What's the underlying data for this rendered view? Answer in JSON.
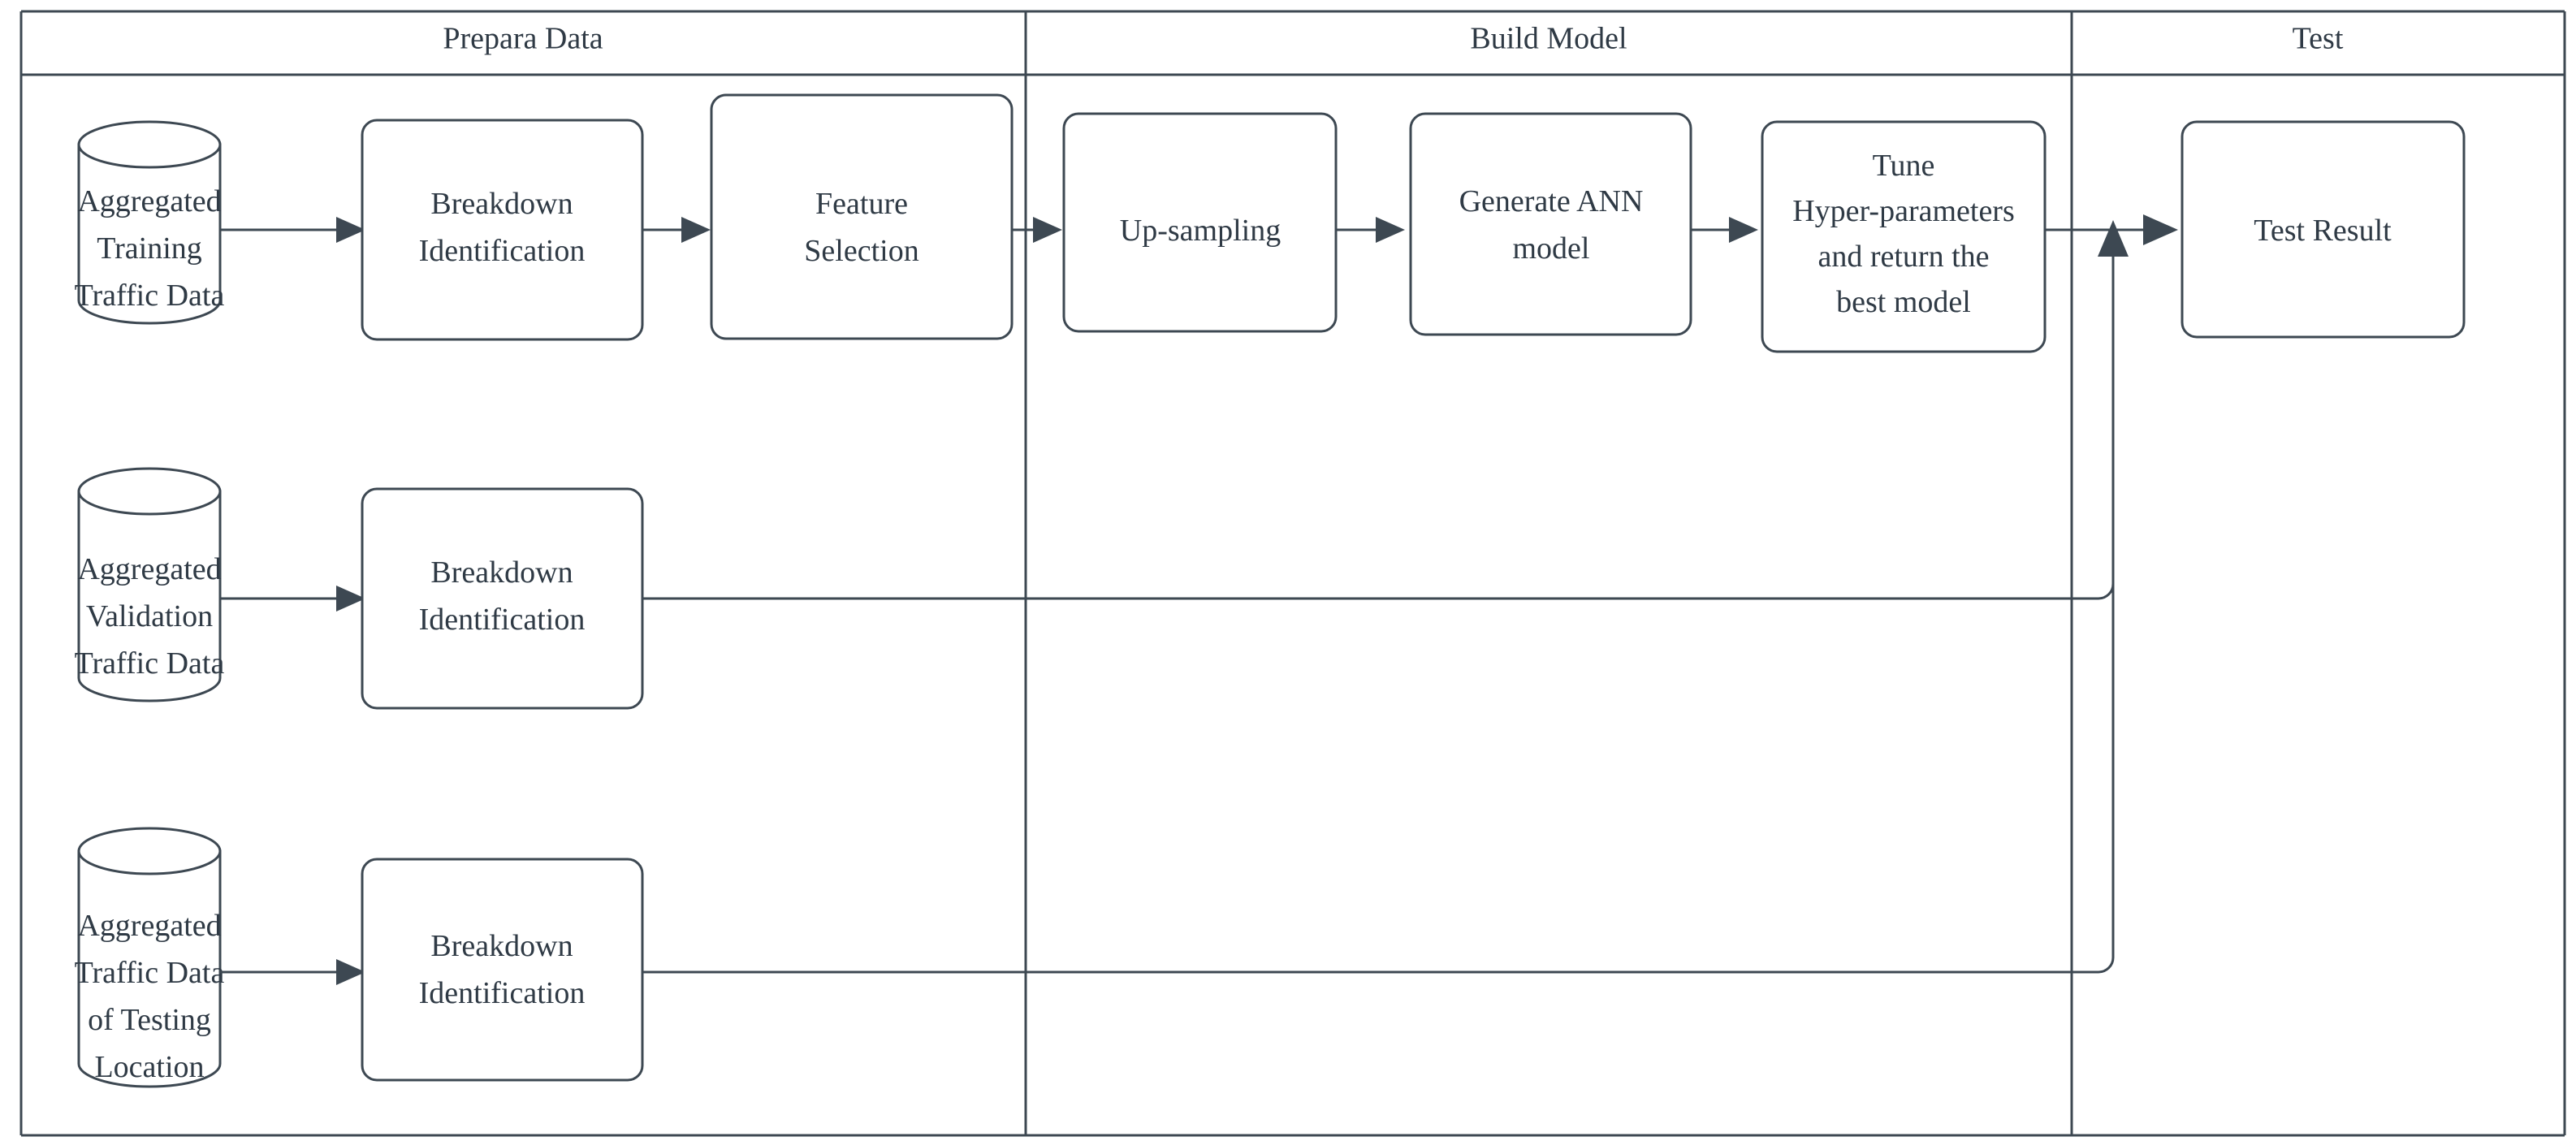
{
  "diagram": {
    "title": "Machine Learning Traffic Breakdown Pipeline Flowchart",
    "background_color": "#ffffff",
    "stroke_color": "#3d4852",
    "text_color": "#2f3a45"
  },
  "lanes": [
    {
      "id": "prepare-data",
      "label": "Prepara Data"
    },
    {
      "id": "build-model",
      "label": "Build Model"
    },
    {
      "id": "test",
      "label": "Test"
    }
  ],
  "nodes": {
    "training_data": {
      "type": "cylinder",
      "lines": [
        "Aggregated",
        "Training",
        "Traffic Data"
      ]
    },
    "breakdown_identification_1": {
      "type": "process",
      "lines": [
        "Breakdown",
        "Identification"
      ]
    },
    "feature_selection": {
      "type": "process",
      "lines": [
        "Feature",
        "Selection"
      ]
    },
    "up_sampling": {
      "type": "process",
      "lines": [
        "Up-sampling"
      ]
    },
    "generate_ann_model": {
      "type": "process",
      "lines": [
        "Generate ANN",
        "model"
      ]
    },
    "tune_hyperparameters": {
      "type": "process",
      "lines": [
        "Tune",
        "Hyper-parameters",
        "and return the",
        "best model"
      ]
    },
    "test_result": {
      "type": "process",
      "lines": [
        "Test Result"
      ]
    },
    "validation_data": {
      "type": "cylinder",
      "lines": [
        "Aggregated",
        "Validation",
        "Traffic Data"
      ]
    },
    "breakdown_identification_2": {
      "type": "process",
      "lines": [
        "Breakdown",
        "Identification"
      ]
    },
    "testing_location_data": {
      "type": "cylinder",
      "lines": [
        "Aggregated",
        "Traffic Data",
        "of Testing",
        "Location"
      ]
    },
    "breakdown_identification_3": {
      "type": "process",
      "lines": [
        "Breakdown",
        "Identification"
      ]
    }
  },
  "edges": [
    {
      "id": "e1",
      "from": "training_data",
      "to": "breakdown_identification_1",
      "arrow": true
    },
    {
      "id": "e2",
      "from": "breakdown_identification_1",
      "to": "feature_selection",
      "arrow": true
    },
    {
      "id": "e3",
      "from": "feature_selection",
      "to": "up_sampling",
      "arrow": true
    },
    {
      "id": "e4",
      "from": "up_sampling",
      "to": "generate_ann_model",
      "arrow": true
    },
    {
      "id": "e5",
      "from": "generate_ann_model",
      "to": "tune_hyperparameters",
      "arrow": true
    },
    {
      "id": "e6",
      "from": "tune_hyperparameters",
      "to": "test_result",
      "arrow": true
    },
    {
      "id": "e7",
      "from": "validation_data",
      "to": "breakdown_identification_2",
      "arrow": true
    },
    {
      "id": "e8",
      "from": "breakdown_identification_2",
      "to": "test_result",
      "arrow": true
    },
    {
      "id": "e9",
      "from": "testing_location_data",
      "to": "breakdown_identification_3",
      "arrow": true
    },
    {
      "id": "e10",
      "from": "breakdown_identification_3",
      "to": "test_result",
      "arrow": true
    }
  ]
}
